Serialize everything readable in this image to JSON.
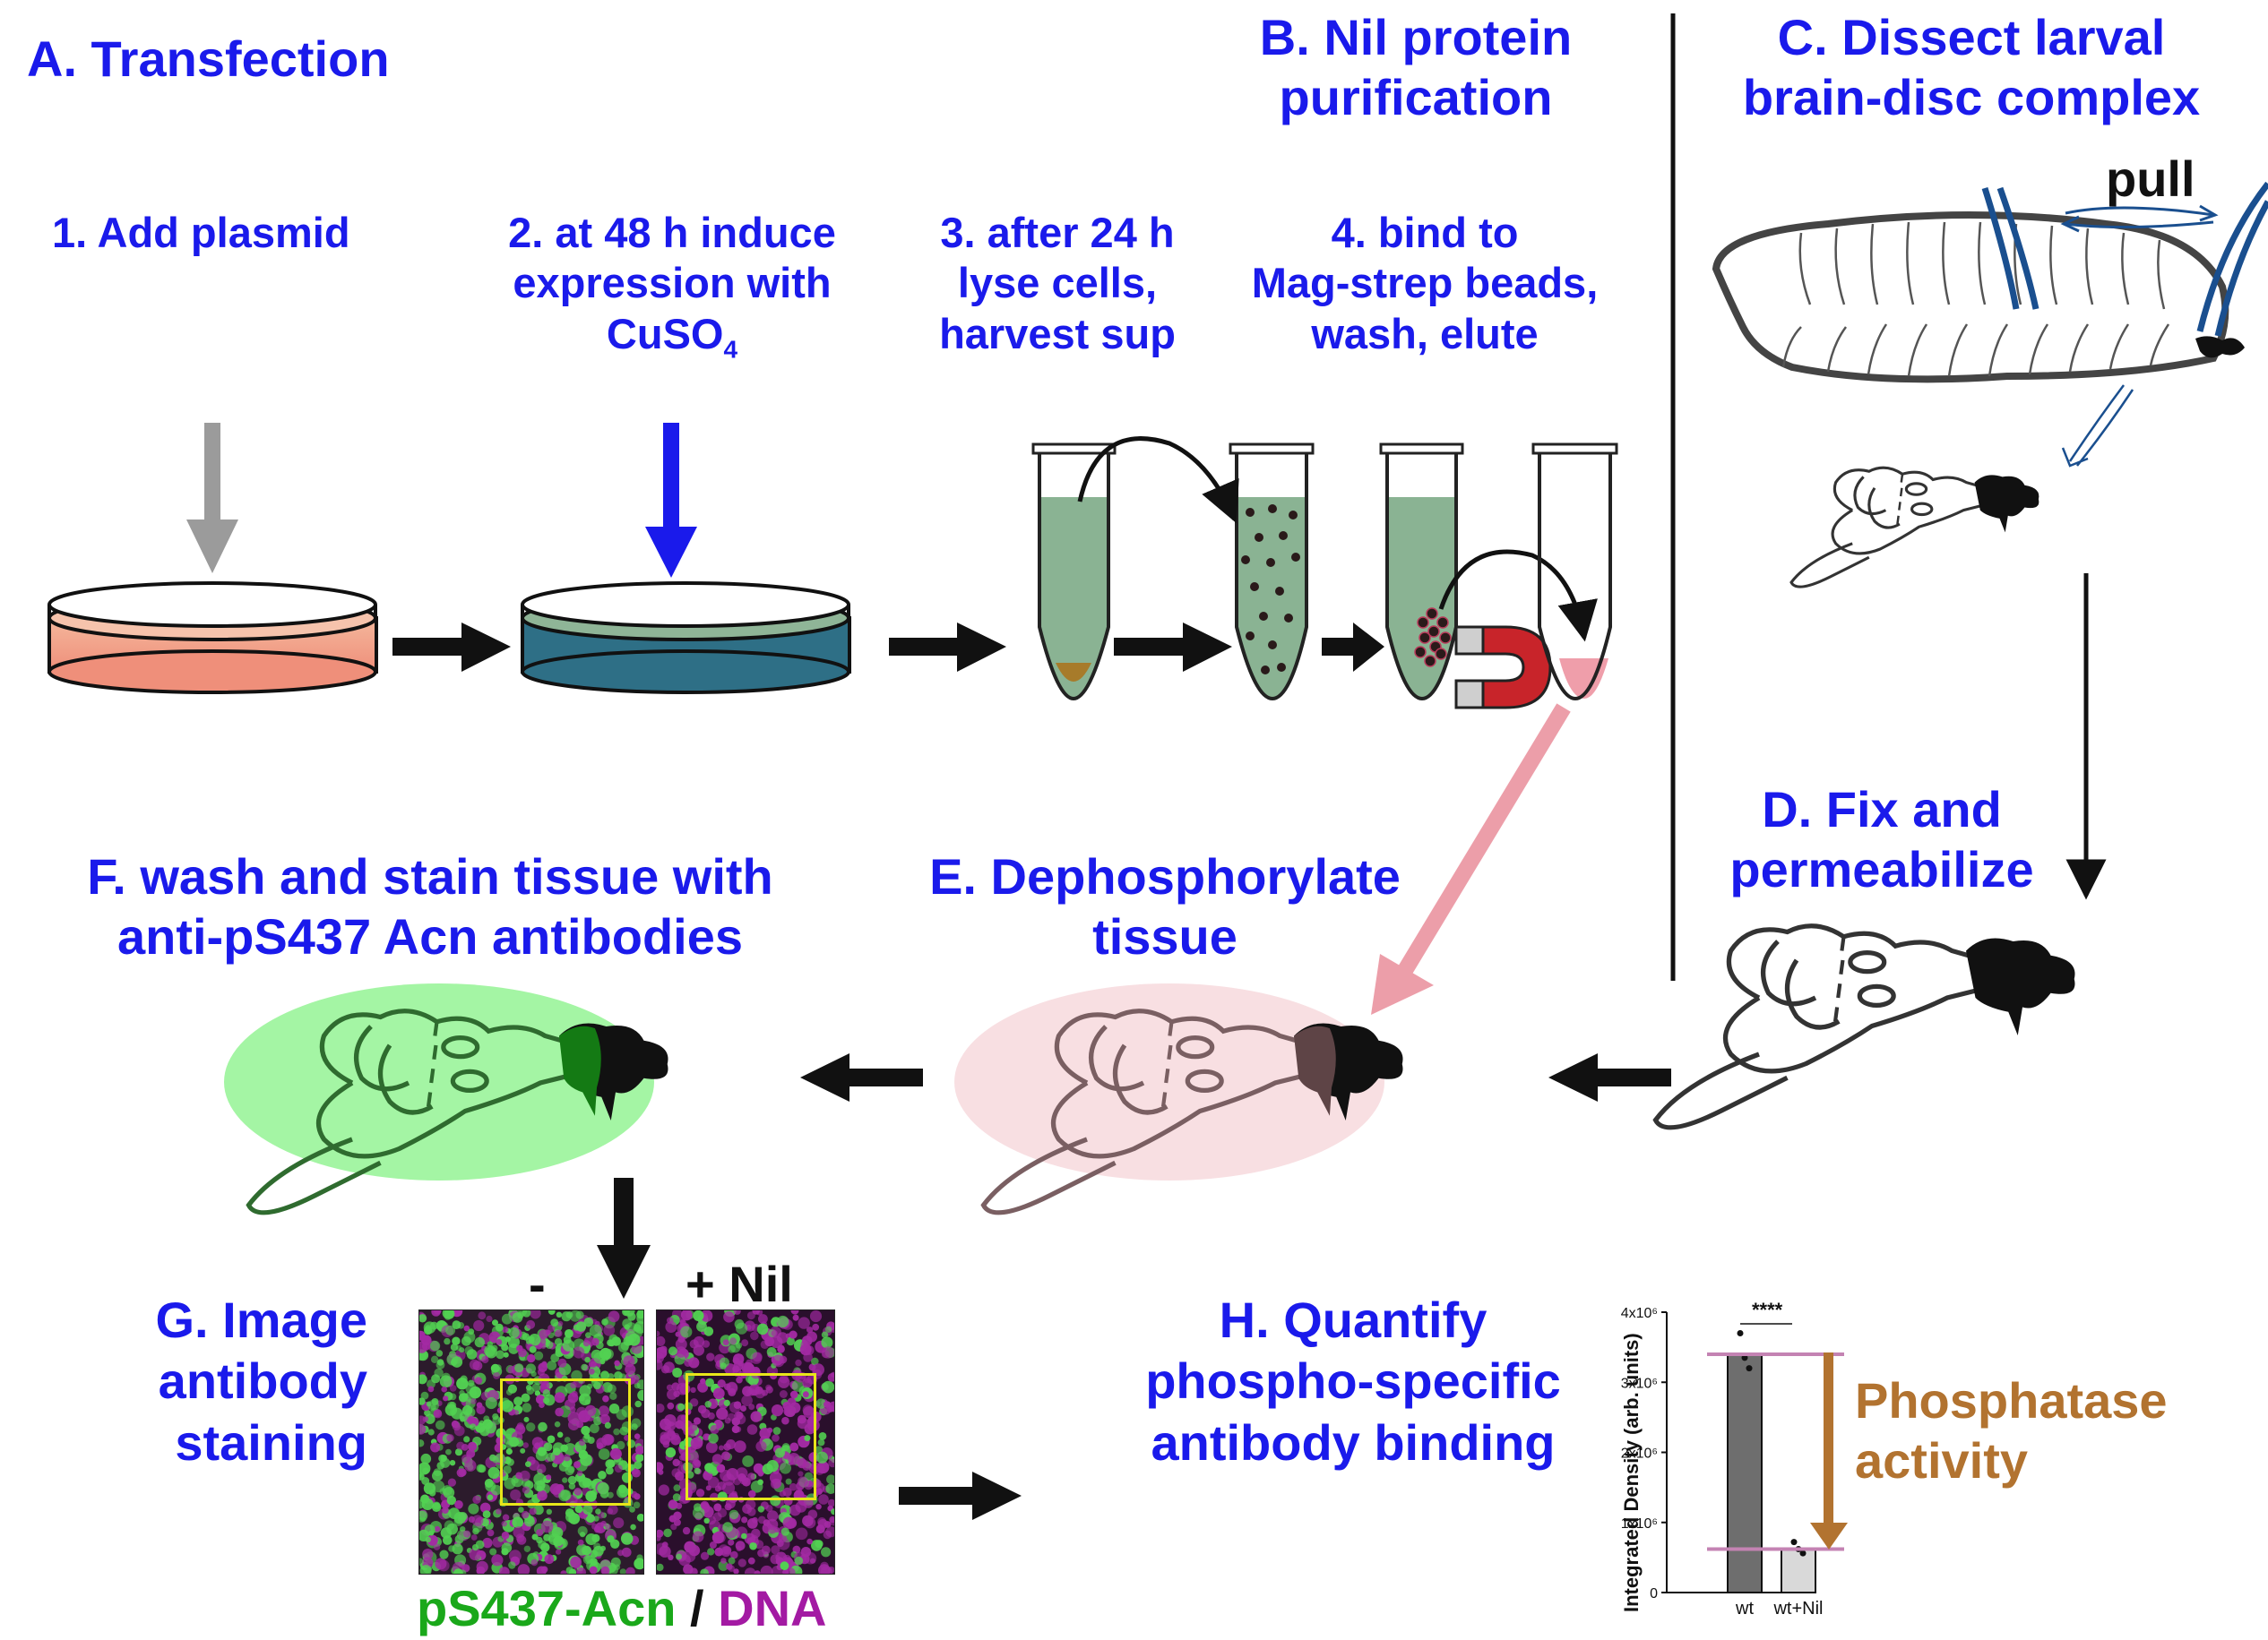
{
  "colors": {
    "heading_blue": "#1a1aeb",
    "stain_green": "#1aa81a",
    "dna_magenta": "#a31aa3",
    "phosphatase_brown": "#b27330",
    "line_pink": "#c483b3"
  },
  "sections": {
    "a": {
      "title": "A. Transfection"
    },
    "b": {
      "title_l1": "B. Nil protein",
      "title_l2": "purification"
    },
    "c": {
      "title_l1": "C. Dissect larval",
      "title_l2": "brain-disc complex",
      "pull": "pull"
    },
    "d": {
      "title_l1": "D. Fix and",
      "title_l2": "permeabilize"
    },
    "e": {
      "title_l1": "E. Dephosphorylate",
      "title_l2": "tissue"
    },
    "f": {
      "title_l1": "F. wash and stain tissue with",
      "title_l2": "anti-pS437 Acn antibodies"
    },
    "g": {
      "title_l1": "G. Image",
      "title_l2": "antibody",
      "title_l3": "staining",
      "minus": "-",
      "plus": "+ Nil",
      "stain_a": "pS437-Acn",
      "slash": " / ",
      "stain_b": "DNA"
    },
    "h": {
      "title_l1": "H. Quantify",
      "title_l2": "phospho-specific",
      "title_l3": "antibody binding",
      "annot_l1": "Phosphatase",
      "annot_l2": "activity"
    }
  },
  "steps": [
    {
      "l1": "1. Add plasmid"
    },
    {
      "l1": "2. at 48 h induce",
      "l2": "expression with",
      "l3": "CuSO",
      "l3_sub": "4"
    },
    {
      "l1": "3. after 24 h",
      "l2": "lyse cells,",
      "l3": "harvest sup"
    },
    {
      "l1": "4. bind to",
      "l2": "Mag-strep beads,",
      "l3": "wash, elute"
    }
  ],
  "chart_data": {
    "type": "bar",
    "categories": [
      "wt",
      "wt+Nil"
    ],
    "values": [
      3400000,
      620000
    ],
    "points": [
      [
        3700000,
        3350000,
        3200000
      ],
      [
        720000,
        620000,
        560000
      ]
    ],
    "ylabel": "Integrated Density (arb. units)",
    "ylim": [
      0,
      4000000
    ],
    "yticks": [
      "0",
      "1x10⁶",
      "2x10⁶",
      "3x10⁶",
      "4x10⁶"
    ],
    "significance": "****",
    "bar_colors": [
      "#6e6e6e",
      "#d9d9d9"
    ]
  }
}
